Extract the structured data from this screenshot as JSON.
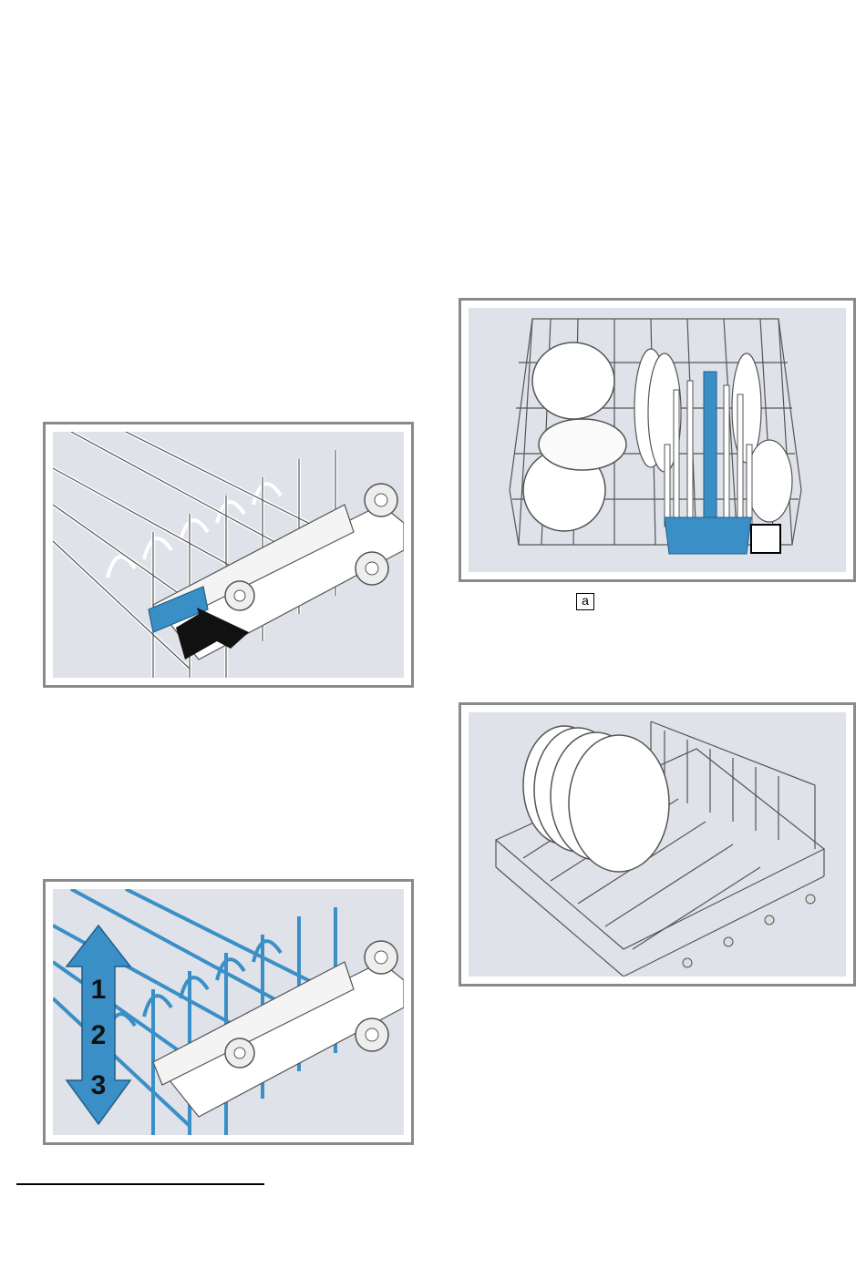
{
  "figures": {
    "rack_release": {
      "icon": "blue-release-lever-with-arrow"
    },
    "rack_height": {
      "levels": [
        "1",
        "2",
        "3"
      ]
    },
    "upper_basket": {
      "label_marker": ""
    },
    "lower_basket": {
      "icon": "lower-basket-with-plates"
    }
  },
  "legend": {
    "marker_a": "a"
  },
  "colors": {
    "accent_blue": "#3a8fc7",
    "panel_gray": "#dfe2e8",
    "frame": "#8a8a8a"
  }
}
